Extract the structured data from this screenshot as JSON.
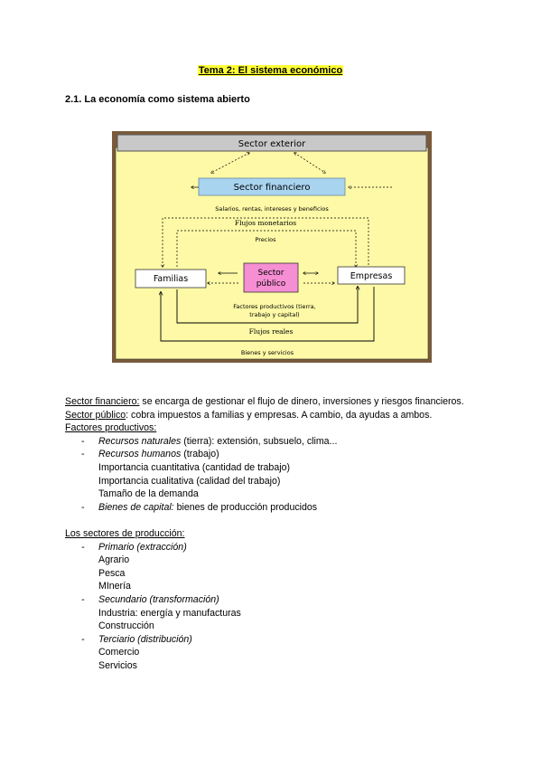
{
  "header": {
    "title": "Tema 2: El sistema económico",
    "subtitle": "2.1. La economía como sistema abierto"
  },
  "diagram": {
    "sector_exterior": "Sector exterior",
    "sector_financiero": "Sector financiero",
    "salarios": "Salarios, rentas, intereses y beneficios",
    "flujos_monetarios": "Flujos monetarios",
    "precios": "Precios",
    "familias": "Familias",
    "sector_publico_1": "Sector",
    "sector_publico_2": "público",
    "empresas": "Empresas",
    "factores_1": "Factores productivos (tierra,",
    "factores_2": "trabajo y capital)",
    "flujo_reales": "Flujos reales",
    "bienes": "Bienes y servicios",
    "colors": {
      "background": "#fdf9a6",
      "financiero": "#a9d4f0",
      "publico": "#f58ed3",
      "exterior": "#c8c8c8"
    }
  },
  "content": {
    "p1_label": "Sector financiero:",
    "p1_text": " se encarga de gestionar el flujo de dinero, inversiones y riesgos financieros.",
    "p2_label": "Sector público",
    "p2_text": ": cobra impuestos a familias y empresas. A cambio, da ayudas a ambos.",
    "factores_heading": "Factores productivos:",
    "f1_italic": "Recursos naturales",
    "f1_text": " (tierra): extensión, subsuelo, clima...",
    "f2_italic": "Recursos humanos",
    "f2_text": " (trabajo)",
    "f2_sub1": "Importancia cuantitativa (cantidad de trabajo)",
    "f2_sub2": "Importancia cualitativa (calidad del trabajo)",
    "f2_sub3": "Tamaño de la demanda",
    "f3_italic": "Bienes de capital:",
    "f3_text": " bienes de producción producidos",
    "sectores_heading": "Los sectores de producción:",
    "s1": "Primario (extracción)",
    "s1_a": "Agrario",
    "s1_b": "Pesca",
    "s1_c": "MInería",
    "s2": "Secundario (transformación)",
    "s2_a": "Industria: energía y manufacturas",
    "s2_b": "Construcción",
    "s3": "Terciario (distribución)",
    "s3_a": "Comercio",
    "s3_b": "Servicios"
  }
}
